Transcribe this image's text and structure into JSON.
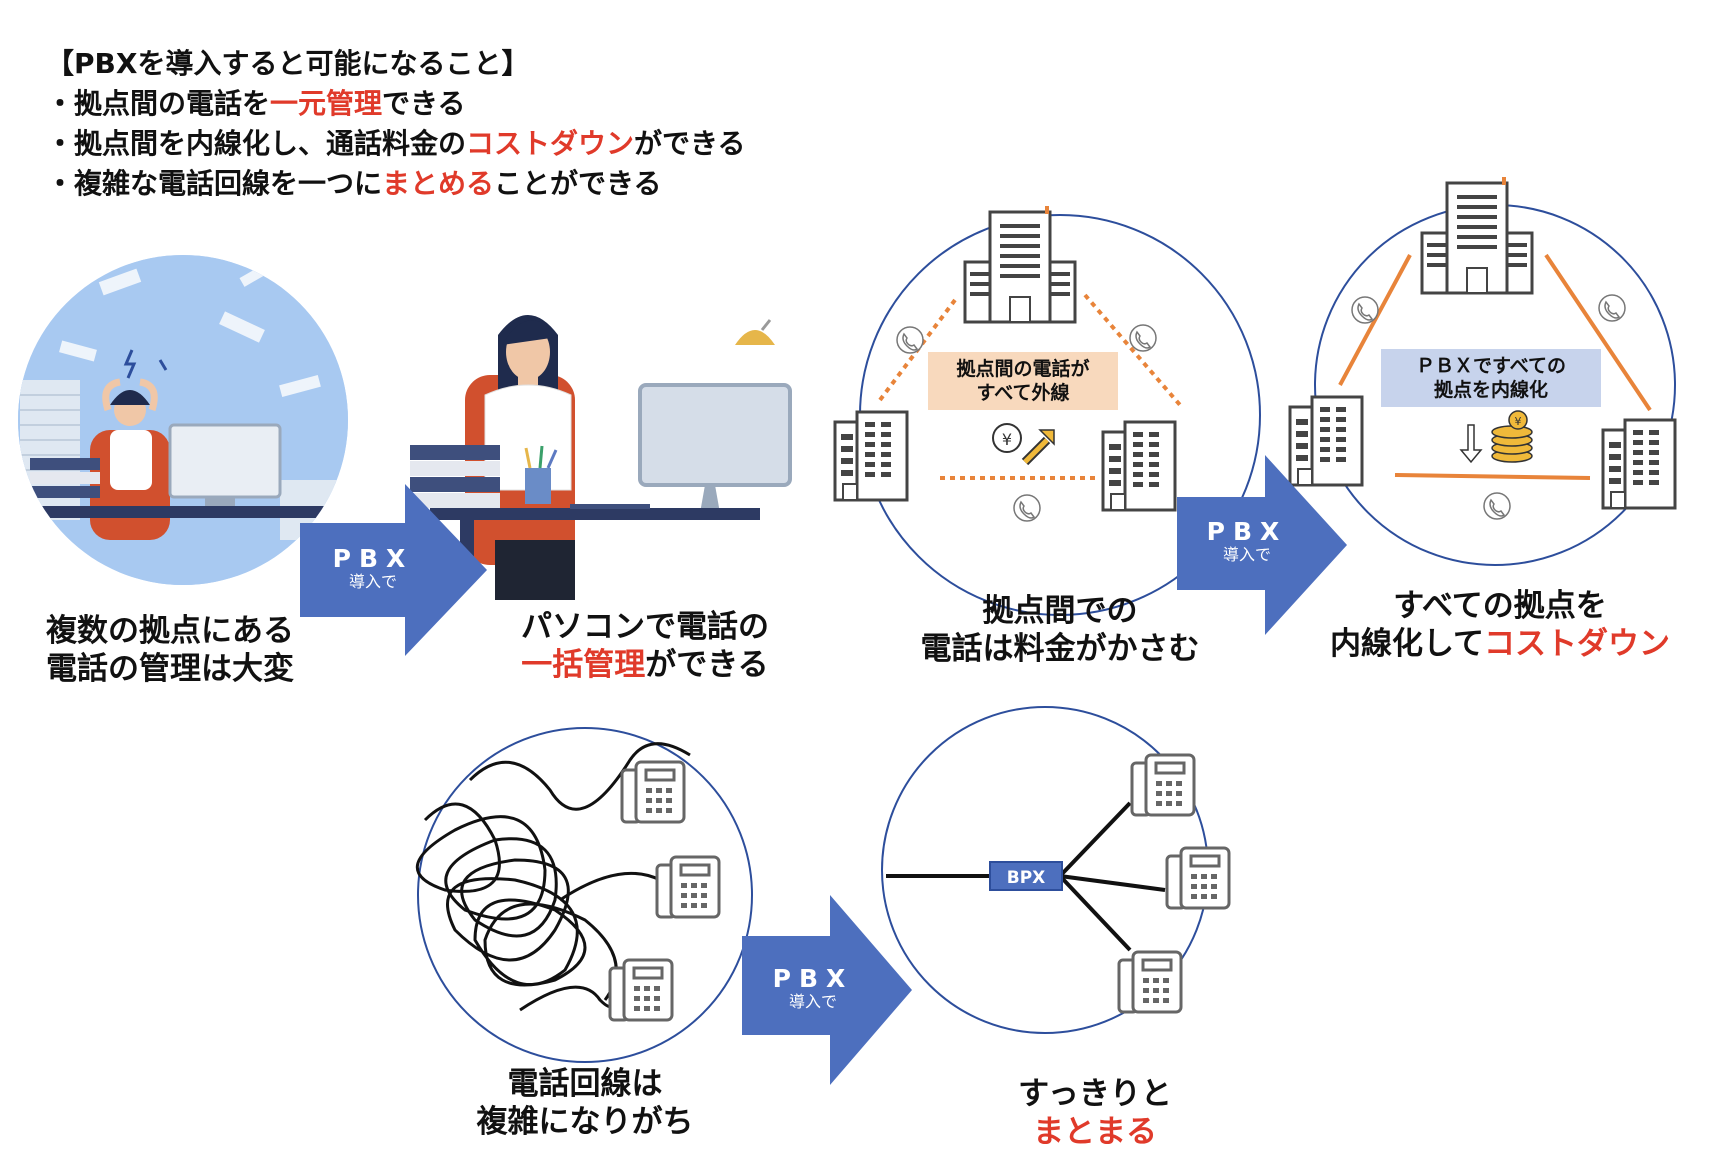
{
  "heading": {
    "title": "【PBXを導入すると可能になること】",
    "b1": {
      "pre": "・拠点間の電話を",
      "hl": "一元管理",
      "post": "できる"
    },
    "b2": {
      "pre": "・拠点間を内線化し、通話料金の",
      "hl": "コストダウン",
      "post": "ができる"
    },
    "b3": {
      "pre": "・複雑な電話回線を一つに",
      "hl": "まとめる",
      "post": "ことができる"
    }
  },
  "arrow": {
    "line1": "PBX",
    "line2": "導入で"
  },
  "panel1": {
    "before_caption": [
      "複数の拠点にある",
      "電話の管理は大変"
    ],
    "after_caption": {
      "line1": "パソコンで電話の",
      "hl": "一括管理",
      "post": "ができる"
    }
  },
  "panel2": {
    "before_box": [
      "拠点間の電話が",
      "すべて外線"
    ],
    "before_caption": [
      "拠点間での",
      "電話は料金がかさむ"
    ],
    "after_box": [
      "ＰＢＸですべての",
      "拠点を内線化"
    ],
    "after_caption": {
      "line1": "すべての拠点を",
      "pre": "内線化して",
      "hl": "コストダウン"
    }
  },
  "panel3": {
    "before_caption": [
      "電話回線は",
      "複雑になりがち"
    ],
    "hub_label": "BPX",
    "after_caption": {
      "line1": "すっきりと",
      "hl": "まとまる"
    }
  },
  "colors": {
    "accent": "#e03a2a",
    "arrow": "#4d6fbe",
    "circle": "#2d4e9c",
    "orange": "#e8843a",
    "box_peach": "#f8d9bd",
    "box_blue": "#c7d3ec"
  },
  "icons": [
    "office-building-icon",
    "phone-handset-icon",
    "yen-coin-icon",
    "desk-phone-icon",
    "arrow-right-icon"
  ]
}
